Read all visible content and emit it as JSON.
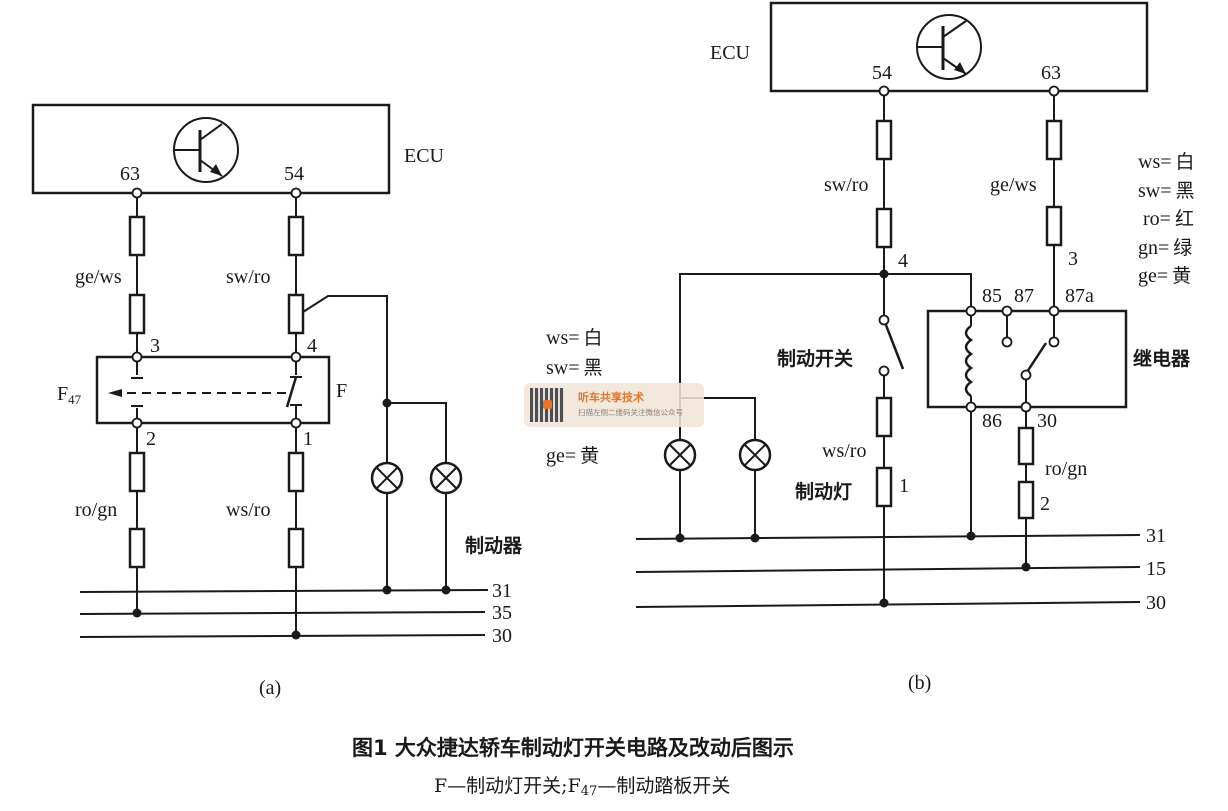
{
  "diagram_a": {
    "ecu_label": "ECU",
    "pin_left": "63",
    "pin_right": "54",
    "wire_left_top": "ge/ws",
    "wire_right_top": "sw/ro",
    "switch_pin_tl": "3",
    "switch_pin_tr": "4",
    "switch_pin_bl": "2",
    "switch_pin_br": "1",
    "switch_left_label": "F47",
    "switch_right_label": "F",
    "wire_left_bottom": "ro/gn",
    "wire_right_bottom": "ws/ro",
    "brake_label": "制动器",
    "bus_labels": [
      "31",
      "35",
      "30"
    ],
    "sub_caption": "(a)"
  },
  "diagram_b": {
    "ecu_label": "ECU",
    "pin_left": "54",
    "pin_right": "63",
    "wire_left_top": "sw/ro",
    "wire_right_top": "ge/ws",
    "node_4": "4",
    "node_3": "3",
    "relay_pins": [
      "85",
      "87",
      "87a",
      "86",
      "30"
    ],
    "relay_label": "继电器",
    "brake_switch_label": "制动开关",
    "brake_light_label": "制动灯",
    "wire_light": "ws/ro",
    "node_1": "1",
    "wire_relay_bottom": "ro/gn",
    "node_2": "2",
    "bus_labels": [
      "31",
      "15",
      "30"
    ],
    "sub_caption": "(b)"
  },
  "legend_right": [
    {
      "code": "ws=",
      "color": "白"
    },
    {
      "code": "sw=",
      "color": "黑"
    },
    {
      "code": "ro=",
      "color": "红"
    },
    {
      "code": "gn=",
      "color": "绿"
    },
    {
      "code": "ge=",
      "color": "黄"
    }
  ],
  "legend_middle": [
    {
      "code": "ws=",
      "color": "白"
    },
    {
      "code": "sw=",
      "color": "黑"
    },
    {
      "code": "ge=",
      "color": "黄"
    }
  ],
  "caption": {
    "title": "图1  大众捷达轿车制动灯开关电路及改动后图示",
    "subtitle": "F—制动灯开关;F47—制动踏板开关"
  },
  "watermark": {
    "title": "听车共享技术",
    "subtitle": "扫描左侧二维码关注微信公众号",
    "accent": "#e8742c"
  }
}
